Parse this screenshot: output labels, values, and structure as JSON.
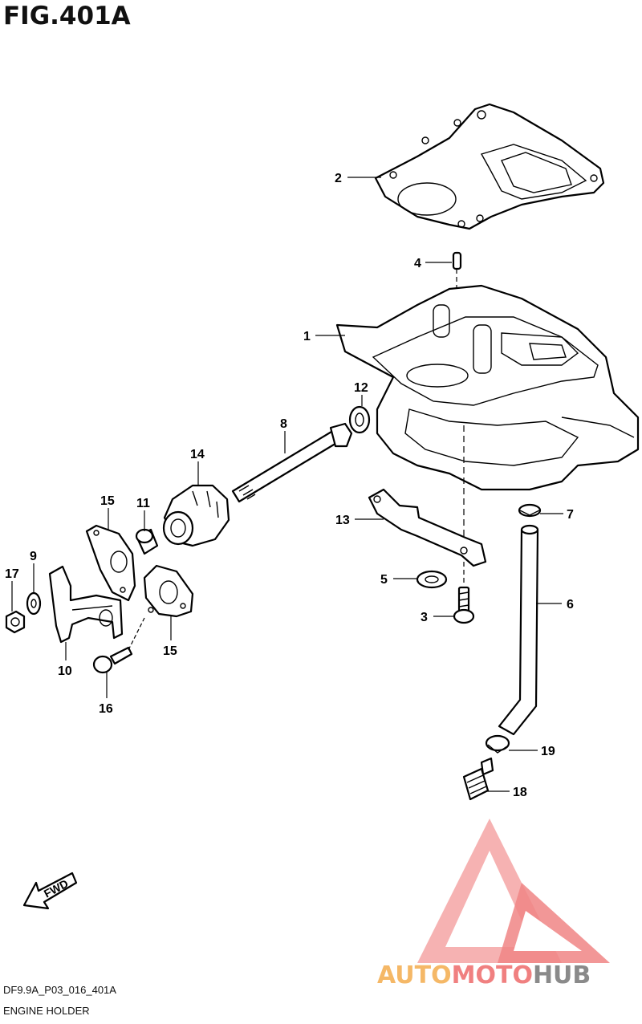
{
  "figure": {
    "title": "FIG.401A",
    "code": "DF9.9A_P03_016_401A",
    "caption": "ENGINE HOLDER"
  },
  "fwd_arrow": {
    "label": "FWD",
    "icon": "fwd-arrow-icon"
  },
  "watermark": {
    "text": "AUTOMOTOHUB",
    "icon": "automotohub-logo",
    "colors": [
      "#f08080",
      "#f5b867"
    ]
  },
  "callouts": [
    {
      "id": "c1",
      "label": "1"
    },
    {
      "id": "c2",
      "label": "2"
    },
    {
      "id": "c3",
      "label": "3"
    },
    {
      "id": "c4",
      "label": "4"
    },
    {
      "id": "c5",
      "label": "5"
    },
    {
      "id": "c6",
      "label": "6"
    },
    {
      "id": "c7",
      "label": "7"
    },
    {
      "id": "c8",
      "label": "8"
    },
    {
      "id": "c9",
      "label": "9"
    },
    {
      "id": "c10",
      "label": "10"
    },
    {
      "id": "c11",
      "label": "11"
    },
    {
      "id": "c12",
      "label": "12"
    },
    {
      "id": "c13",
      "label": "13"
    },
    {
      "id": "c14",
      "label": "14"
    },
    {
      "id": "c15a",
      "label": "15"
    },
    {
      "id": "c15b",
      "label": "15"
    },
    {
      "id": "c16",
      "label": "16"
    },
    {
      "id": "c17",
      "label": "17"
    },
    {
      "id": "c18",
      "label": "18"
    },
    {
      "id": "c19",
      "label": "19"
    }
  ]
}
